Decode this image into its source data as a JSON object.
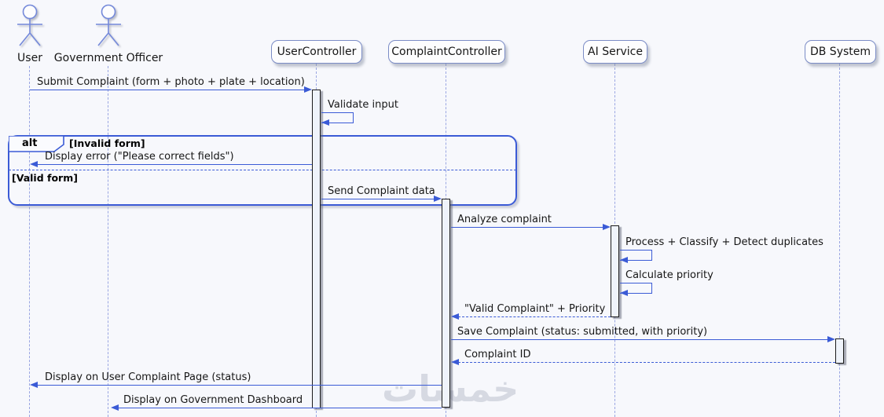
{
  "watermark": {
    "text": "خمسات"
  },
  "actors": [
    {
      "name": "User"
    },
    {
      "name": "Government Officer"
    }
  ],
  "participants": [
    {
      "name": "UserController"
    },
    {
      "name": "ComplaintController"
    },
    {
      "name": "AI Service"
    },
    {
      "name": "DB System"
    }
  ],
  "fragment": {
    "operator": "alt",
    "conditions": [
      {
        "label": "[Invalid form]"
      },
      {
        "label": "[Valid form]"
      }
    ]
  },
  "messages": [
    {
      "label": "Submit Complaint (form + photo + plate + location)",
      "from": "User",
      "to": "UserController",
      "style": "solid"
    },
    {
      "label": "Validate input",
      "from": "UserController",
      "to": "UserController",
      "style": "self"
    },
    {
      "label": "Display error (\"Please correct fields\")",
      "from": "UserController",
      "to": "User",
      "style": "solid"
    },
    {
      "label": "Send Complaint data",
      "from": "UserController",
      "to": "ComplaintController",
      "style": "solid"
    },
    {
      "label": "Analyze complaint",
      "from": "ComplaintController",
      "to": "AI Service",
      "style": "solid"
    },
    {
      "label": "Process + Classify + Detect duplicates",
      "from": "AI Service",
      "to": "AI Service",
      "style": "self"
    },
    {
      "label": "Calculate priority",
      "from": "AI Service",
      "to": "AI Service",
      "style": "self"
    },
    {
      "label": "\"Valid Complaint\" + Priority",
      "from": "AI Service",
      "to": "ComplaintController",
      "style": "dashed"
    },
    {
      "label": "Save Complaint (status: submitted, with priority)",
      "from": "ComplaintController",
      "to": "DB System",
      "style": "solid"
    },
    {
      "label": "Complaint ID",
      "from": "DB System",
      "to": "ComplaintController",
      "style": "dashed"
    },
    {
      "label": "Display on User Complaint Page (status)",
      "from": "ComplaintController",
      "to": "User",
      "style": "solid"
    },
    {
      "label": "Display on Government Dashboard",
      "from": "ComplaintController",
      "to": "Government Officer",
      "style": "solid"
    }
  ],
  "colors": {
    "accent": "#3B5BD6",
    "lifeline": "#9AA6E2",
    "background": "#F7F8FC",
    "watermark": "#D6D9E2"
  }
}
